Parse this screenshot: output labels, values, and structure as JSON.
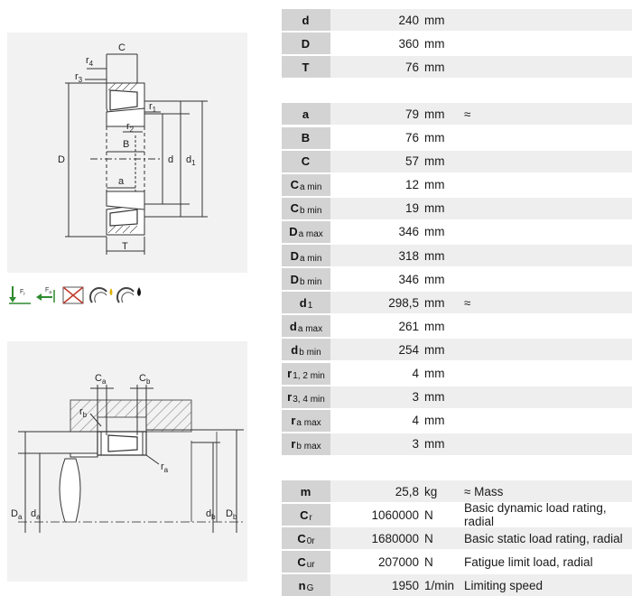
{
  "diagram1": {
    "labels": {
      "C": "C",
      "r4": "r",
      "r4_sub": "4",
      "r3": "r",
      "r3_sub": "3",
      "r1": "r",
      "r1_sub": "1",
      "r2": "r",
      "r2_sub": "2",
      "B": "B",
      "D": "D",
      "d": "d",
      "d1": "d",
      "d1_sub": "1",
      "a": "a",
      "T": "T"
    }
  },
  "diagram2": {
    "labels": {
      "Ca": "C",
      "Ca_sub": "a",
      "Cb": "C",
      "Cb_sub": "b",
      "rb": "r",
      "rb_sub": "b",
      "ra": "r",
      "ra_sub": "a",
      "Da": "D",
      "Da_sub": "a",
      "da": "d",
      "da_sub": "a",
      "db": "d",
      "db_sub": "b",
      "Db": "D",
      "Db_sub": "b"
    }
  },
  "icons": [
    "radial-load-icon",
    "axial-load-icon",
    "no-separation-icon",
    "oil-lubrication-icon",
    "grease-lubrication-icon"
  ],
  "icon_labels": {
    "fr": "F",
    "fr_sub": "r",
    "fa": "F",
    "fa_sub": "a"
  },
  "spec_groups": [
    [
      {
        "sym": "d",
        "sub": "",
        "value": "240",
        "unit": "mm",
        "note": ""
      },
      {
        "sym": "D",
        "sub": "",
        "value": "360",
        "unit": "mm",
        "note": ""
      },
      {
        "sym": "T",
        "sub": "",
        "value": "76",
        "unit": "mm",
        "note": ""
      }
    ],
    [
      {
        "sym": "a",
        "sub": "",
        "value": "79",
        "unit": "mm",
        "note": "≈"
      },
      {
        "sym": "B",
        "sub": "",
        "value": "76",
        "unit": "mm",
        "note": ""
      },
      {
        "sym": "C",
        "sub": "",
        "value": "57",
        "unit": "mm",
        "note": ""
      },
      {
        "sym": "C",
        "sub": "a min",
        "value": "12",
        "unit": "mm",
        "note": ""
      },
      {
        "sym": "C",
        "sub": "b min",
        "value": "19",
        "unit": "mm",
        "note": ""
      },
      {
        "sym": "D",
        "sub": "a max",
        "value": "346",
        "unit": "mm",
        "note": ""
      },
      {
        "sym": "D",
        "sub": "a min",
        "value": "318",
        "unit": "mm",
        "note": ""
      },
      {
        "sym": "D",
        "sub": "b min",
        "value": "346",
        "unit": "mm",
        "note": ""
      },
      {
        "sym": "d",
        "sub": "1",
        "value": "298,5",
        "unit": "mm",
        "note": "≈"
      },
      {
        "sym": "d",
        "sub": "a max",
        "value": "261",
        "unit": "mm",
        "note": ""
      },
      {
        "sym": "d",
        "sub": "b min",
        "value": "254",
        "unit": "mm",
        "note": ""
      },
      {
        "sym": "r",
        "sub": "1, 2 min",
        "value": "4",
        "unit": "mm",
        "note": ""
      },
      {
        "sym": "r",
        "sub": "3, 4 min",
        "value": "3",
        "unit": "mm",
        "note": ""
      },
      {
        "sym": "r",
        "sub": "a max",
        "value": "4",
        "unit": "mm",
        "note": ""
      },
      {
        "sym": "r",
        "sub": "b max",
        "value": "3",
        "unit": "mm",
        "note": ""
      }
    ],
    [
      {
        "sym": "m",
        "sub": "",
        "value": "25,8",
        "unit": "kg",
        "note": "≈ Mass"
      },
      {
        "sym": "C",
        "sub": "r",
        "value": "1060000",
        "unit": "N",
        "note": "Basic dynamic load rating, radial"
      },
      {
        "sym": "C",
        "sub": "0r",
        "value": "1680000",
        "unit": "N",
        "note": "Basic static load rating, radial"
      },
      {
        "sym": "C",
        "sub": "ur",
        "value": "207000",
        "unit": "N",
        "note": "Fatigue limit load, radial"
      },
      {
        "sym": "n",
        "sub": "G",
        "value": "1950",
        "unit": "1/min",
        "note": "Limiting speed"
      }
    ]
  ]
}
